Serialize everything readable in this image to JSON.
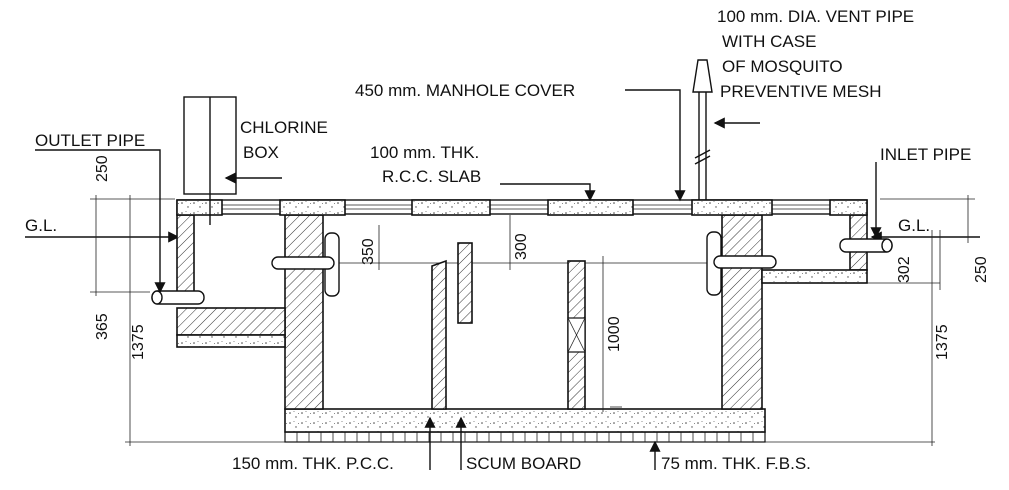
{
  "labels": {
    "vent_pipe_line1": "100 mm. DIA. VENT PIPE",
    "vent_pipe_line2": "WITH  CASE",
    "vent_pipe_line3": "OF  MOSQUITO",
    "vent_pipe_line4": "PREVENTIVE  MESH",
    "manhole_cover": "450 mm. MANHOLE COVER",
    "outlet_pipe": "OUTLET PIPE",
    "chlorine_line1": "CHLORINE",
    "chlorine_line2": "BOX",
    "slab_line1": "100 mm. THK.",
    "slab_line2": "R.C.C. SLAB",
    "inlet_pipe": "INLET PIPE",
    "gl_left": "G.L.",
    "gl_right": "G.L.",
    "pcc": "150 mm. THK. P.C.C.",
    "scum_board": "SCUM BOARD",
    "fbs": "75 mm. THK.  F.B.S."
  },
  "dimensions": {
    "d250_left": "250",
    "d365": "365",
    "d1375_left": "1375",
    "d350": "350",
    "d300": "300",
    "d1000": "1000",
    "d302": "302",
    "d250_right": "250",
    "d1375_right": "1375"
  }
}
